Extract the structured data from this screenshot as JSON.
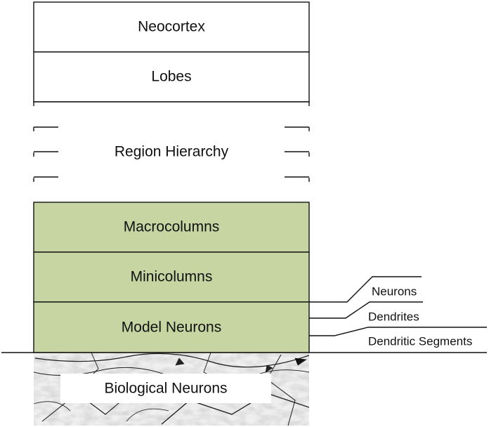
{
  "layers": [
    {
      "label": "Neocortex",
      "shaded": false
    },
    {
      "label": "Lobes",
      "shaded": false
    },
    {
      "label": "Region Hierarchy",
      "shaded": false,
      "open_sides": true
    },
    {
      "label": "Macrocolumns",
      "shaded": true
    },
    {
      "label": "Minicolumns",
      "shaded": true
    },
    {
      "label": "Model Neurons",
      "shaded": true
    }
  ],
  "biological": {
    "label": "Biological Neurons"
  },
  "callouts": [
    {
      "label": "Neurons"
    },
    {
      "label": "Dendrites"
    },
    {
      "label": "Dendritic Segments"
    }
  ],
  "colors": {
    "shaded_fill": "#c6d5a1",
    "line": "#111111",
    "background": "#ffffff"
  }
}
